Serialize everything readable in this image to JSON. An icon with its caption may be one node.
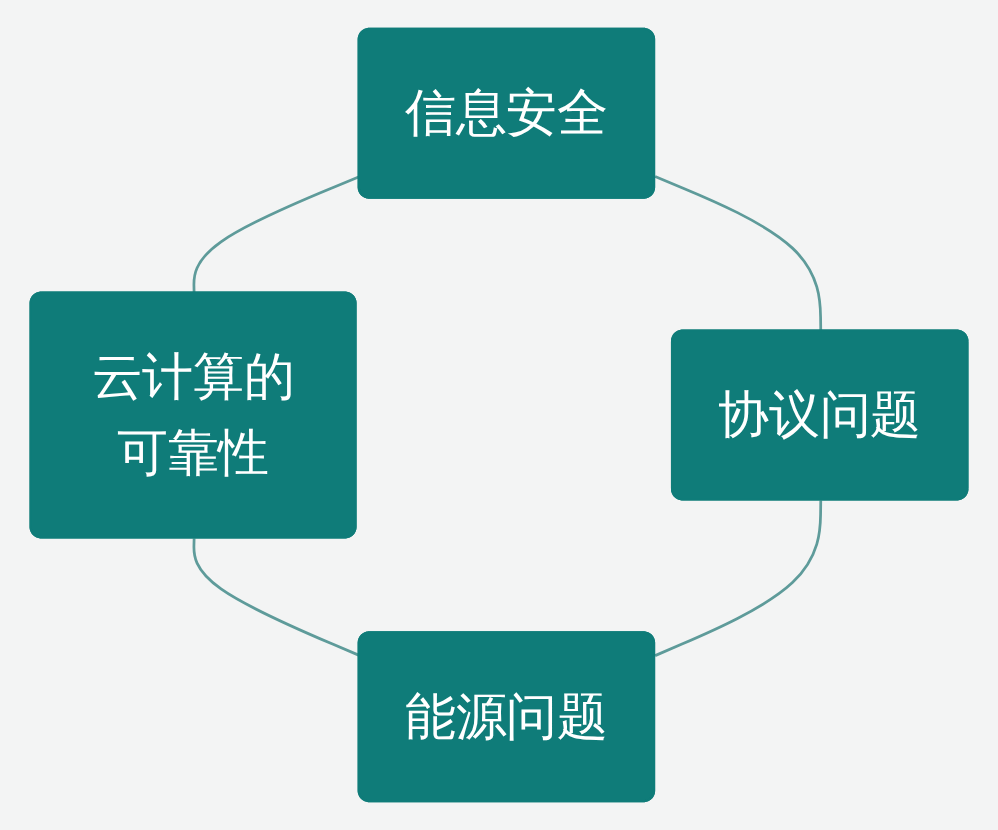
{
  "diagram": {
    "nodes": [
      {
        "text": [
          "信息安全"
        ]
      },
      {
        "text": [
          "云计算的可靠性"
        ]
      },
      {
        "text": [
          "协议问题"
        ]
      },
      {
        "text": [
          "能源问题"
        ]
      }
    ],
    "edges": [
      {
        "from": 0,
        "to": 1,
        "arrow": "none"
      },
      {
        "from": 0,
        "to": 2,
        "arrow": "none"
      },
      {
        "from": 1,
        "to": 3,
        "arrow": "none"
      },
      {
        "from": 2,
        "to": 3,
        "arrow": "none"
      }
    ]
  }
}
